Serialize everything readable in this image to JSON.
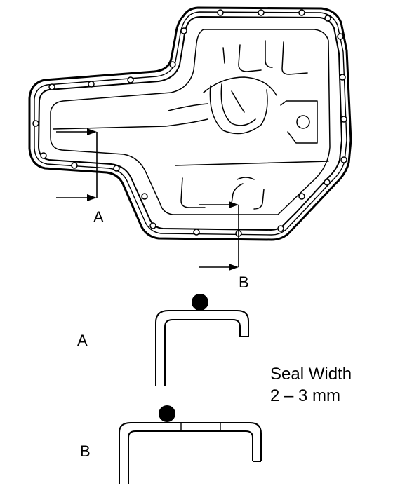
{
  "labels": {
    "section_a_top": "A",
    "section_b_top": "B",
    "section_a_detail": "A",
    "section_b_detail": "B",
    "seal_width_title": "Seal Width",
    "seal_width_value": "2 – 3 mm"
  },
  "colors": {
    "ink": "#000000",
    "paper": "#ffffff"
  }
}
